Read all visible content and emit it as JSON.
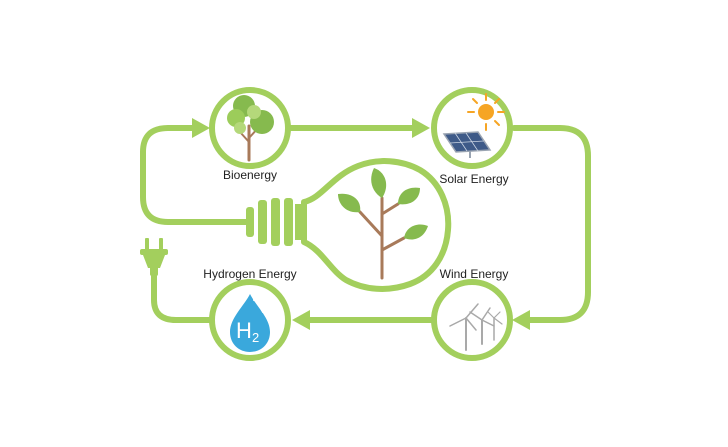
{
  "colors": {
    "accent_green": "#a3cf5d",
    "leaf_green": "#86ba4e",
    "stem_brown": "#a87a5a",
    "water_blue": "#3aa8dc",
    "sun_orange": "#f6a524",
    "panel_blue": "#3e5a88"
  },
  "nodes": [
    {
      "id": "bioenergy",
      "label": "Bioenergy",
      "icon": "tree-icon"
    },
    {
      "id": "solar",
      "label": "Solar Energy",
      "icon": "solar-panel-icon"
    },
    {
      "id": "wind",
      "label": "Wind Energy",
      "icon": "wind-turbine-icon"
    },
    {
      "id": "hydrogen",
      "label": "Hydrogen Energy",
      "icon": "hydrogen-drop-icon"
    }
  ],
  "hydrogen_symbol": {
    "letter": "H",
    "subscript": "2"
  },
  "center_icon": "lightbulb-plant-icon",
  "plug_icon": "plug-icon"
}
